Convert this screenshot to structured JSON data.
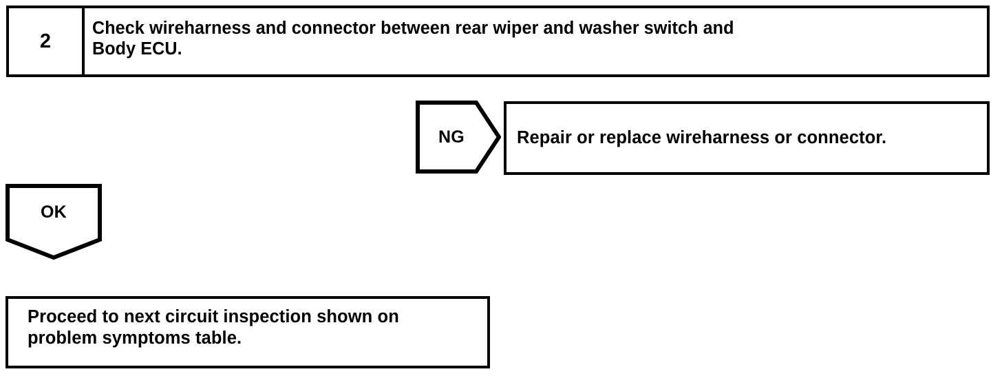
{
  "document": {
    "kind": "troubleshooting-flowchart",
    "colors": {
      "ink": "#000000",
      "paper": "#ffffff"
    }
  },
  "step": {
    "number": "2",
    "instruction": "Check wireharness and connector between rear wiper and washer switch and\nBody ECU."
  },
  "branches": {
    "ng": {
      "label": "NG",
      "result_box": "Repair or replace wireharness or connector."
    },
    "ok": {
      "label": "OK",
      "result_box": "Proceed to next circuit inspection shown on\nproblem symptoms table."
    }
  }
}
